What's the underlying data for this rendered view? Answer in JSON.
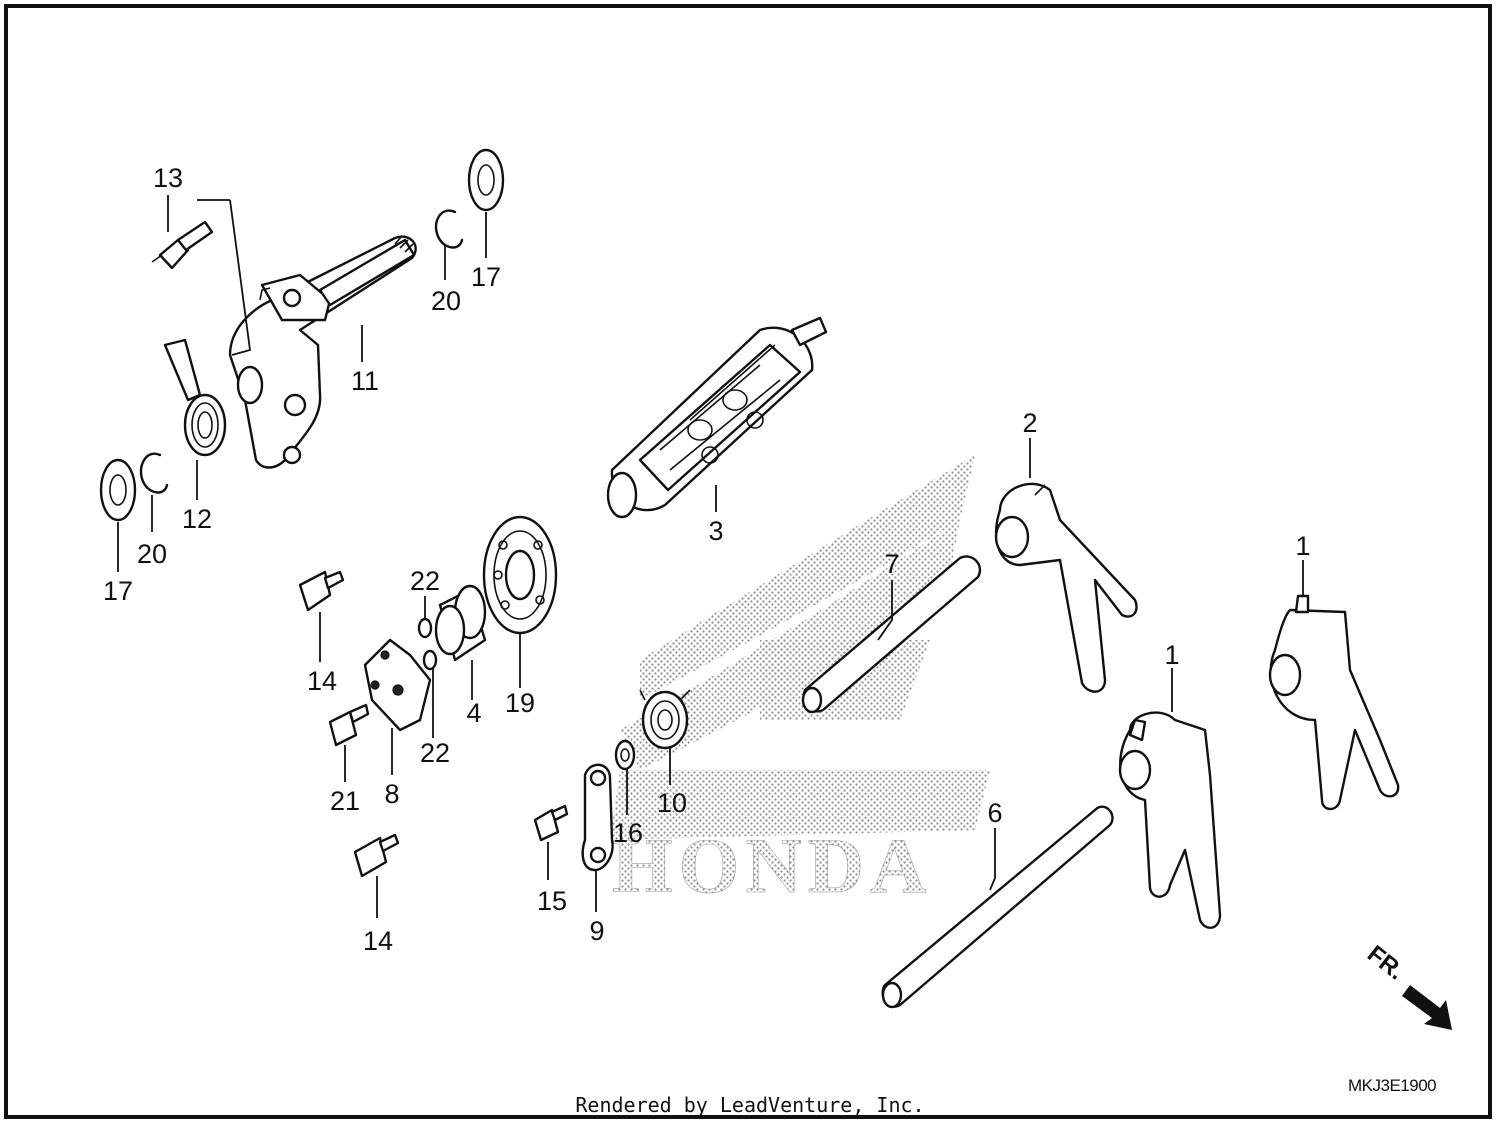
{
  "diagram": {
    "callouts": [
      "1",
      "1",
      "2",
      "3",
      "4",
      "6",
      "7",
      "8",
      "9",
      "10",
      "11",
      "12",
      "13",
      "14",
      "14",
      "15",
      "16",
      "17",
      "17",
      "19",
      "20",
      "20",
      "21",
      "22",
      "22"
    ],
    "direction_label": "FR.",
    "code": "MKJ3E1900",
    "watermark": "HONDA",
    "credit": "Rendered by LeadVenture, Inc."
  }
}
